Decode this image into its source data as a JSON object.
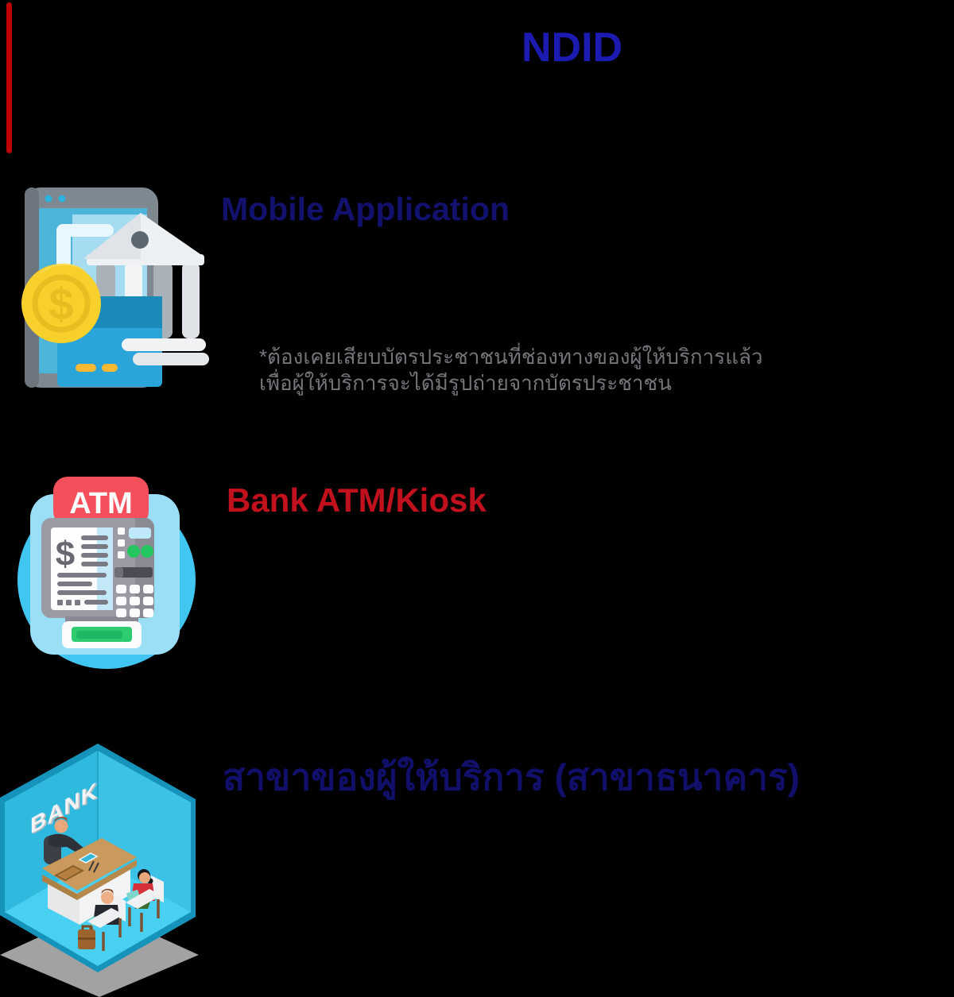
{
  "page": {
    "background_color": "#000000",
    "accent_bar_color": "#bf0000"
  },
  "title": {
    "text": "NDID",
    "color": "#1b1bb2"
  },
  "currency": {
    "symbol": "$"
  },
  "sections": [
    {
      "id": "mobile-application",
      "heading": "Mobile Application",
      "heading_color": "#12126e",
      "icon": "mobile-banking-icon",
      "note_lines": [
        "*ต้องเคยเสียบบัตรประชาชนที่ช่องทางของผู้ให้บริการแล้ว",
        "เพื่อผู้ให้บริการจะได้มีรูปถ่ายจากบัตรประชาชน"
      ],
      "note_color": "#75757c"
    },
    {
      "id": "bank-atm-kiosk",
      "heading": "Bank ATM/Kiosk",
      "heading_color": "#c0111d",
      "icon": "atm-machine-icon",
      "atm_sign_text": "ATM"
    },
    {
      "id": "bank-branch",
      "heading": "สาขาของผู้ให้บริการ (สาขาธนาคาร)",
      "heading_color": "#10106a",
      "icon": "bank-branch-isometric-icon",
      "bank_sign_text": "BANK"
    }
  ]
}
